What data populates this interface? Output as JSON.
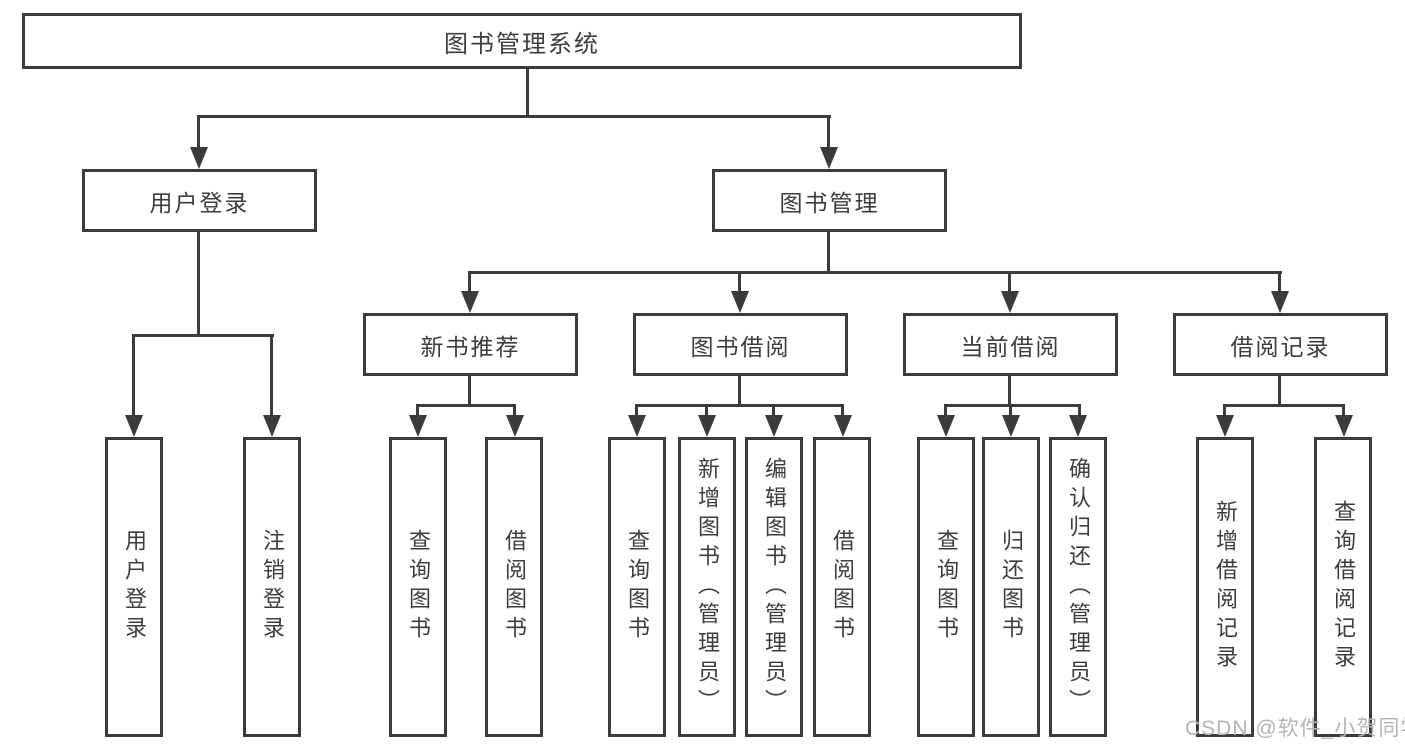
{
  "diagram": {
    "root": {
      "label": "图书管理系统"
    },
    "level2": [
      {
        "label": "用户登录"
      },
      {
        "label": "图书管理"
      }
    ],
    "level3": [
      {
        "label": "新书推荐"
      },
      {
        "label": "图书借阅"
      },
      {
        "label": "当前借阅"
      },
      {
        "label": "借阅记录"
      }
    ],
    "leaves": {
      "user_login": [
        "用户登录",
        "注销登录"
      ],
      "new_books": [
        "查询图书",
        "借阅图书"
      ],
      "book_borrow": [
        "查询图书",
        "新增图书（管理员）",
        "编辑图书（管理员）",
        "借阅图书"
      ],
      "current_borrow": [
        "查询图书",
        "归还图书",
        "确认归还（管理员）"
      ],
      "borrow_records": [
        "新增借阅记录",
        "查询借阅记录"
      ]
    }
  },
  "watermark": {
    "text": "CSDN @软件_小贺同学"
  },
  "colors": {
    "line": "#3b3b3b",
    "text": "#3d3d3d",
    "watermark": "#b5b5b5",
    "background": "#ffffff"
  }
}
